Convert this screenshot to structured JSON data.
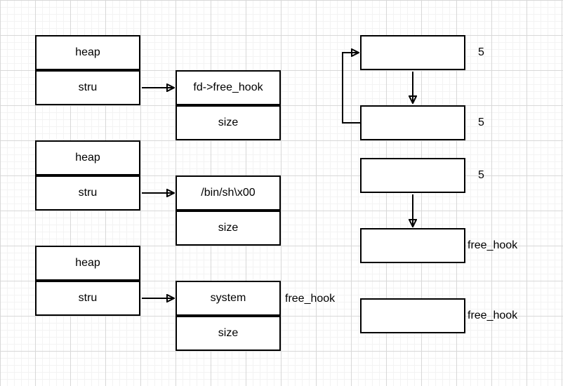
{
  "canvas": {
    "background": "#ffffff",
    "grid_minor_color": "#f3f3f3",
    "grid_major_color": "#d8d8d8",
    "shape_fill": "#ffffff",
    "shape_stroke": "#000000"
  },
  "nodes": {
    "heap1": "heap",
    "stru1": "stru",
    "fd_free_hook": "fd->free_hook",
    "size1": "size",
    "heap2": "heap",
    "stru2": "stru",
    "bin_sh": "/bin/sh\\x00",
    "size2": "size",
    "heap3": "heap",
    "stru3": "stru",
    "system": "system",
    "size3": "size"
  },
  "labels": {
    "chunk1_size": "5",
    "chunk2_size": "5",
    "chunk3_size": "5",
    "chunk4_name": "free_hook",
    "chunk5_name": "free_hook",
    "system_target": "free_hook"
  }
}
